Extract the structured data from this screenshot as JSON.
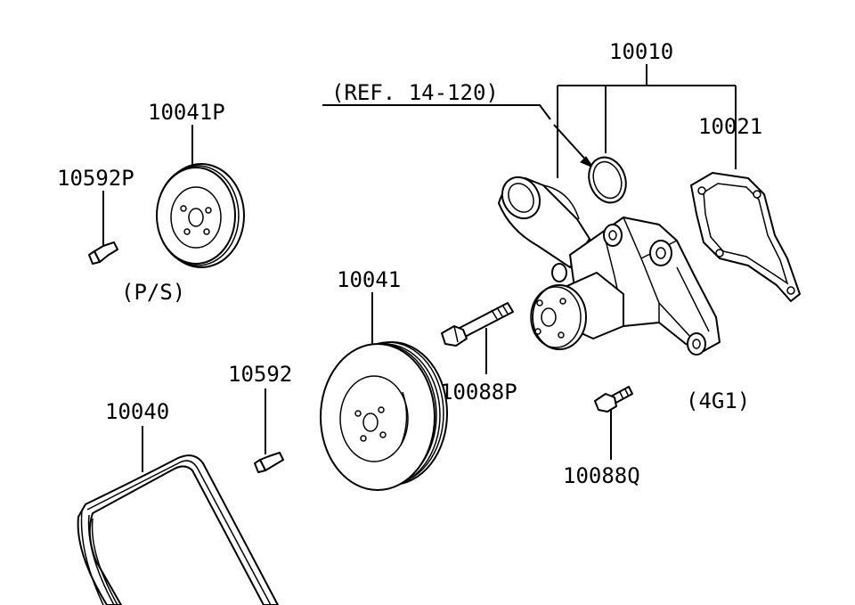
{
  "labels": {
    "water_pump_assy": "10010",
    "ref": "(REF. 14-120)",
    "gasket": "10021",
    "ps_pulley": "10041P",
    "ps_bolt": "10592P",
    "ps_note": "(P/S)",
    "pulley": "10041",
    "pulley_bolt": "10592",
    "belt": "10040",
    "bolt_p": "10088P",
    "bolt_q": "10088Q",
    "engine": "(4G1)"
  }
}
